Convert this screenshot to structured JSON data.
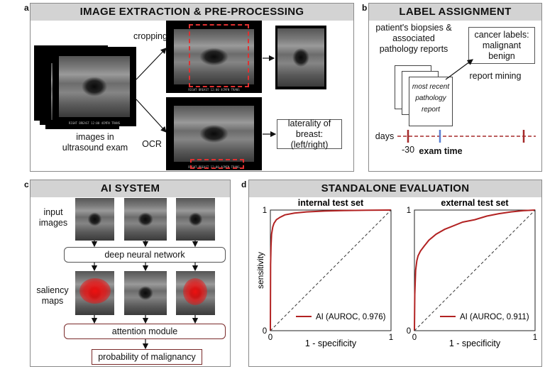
{
  "panels": {
    "a": {
      "letter": "a",
      "title": "IMAGE EXTRACTION & PRE-PROCESSING"
    },
    "b": {
      "letter": "b",
      "title": "LABEL ASSIGNMENT"
    },
    "c": {
      "letter": "c",
      "title": "AI SYSTEM"
    },
    "d": {
      "letter": "d",
      "title": "STANDALONE EVALUATION"
    }
  },
  "extraction": {
    "cropping_label": "cropping",
    "ocr_label": "OCR",
    "images_label": "images in ultrasound exam",
    "laterality_label": "laterality of breast: (left/right)",
    "us_caption": "RIGHT BREAST 12:00 4CMFN TRANS"
  },
  "labels": {
    "patient_text": "patient's biopsies & associated pathology reports",
    "cancer_labels": "cancer labels: malignant benign",
    "report_mining": "report mining",
    "report_page": "most recent pathology report",
    "days": "days",
    "minus30": "-30",
    "exam_time": "exam time"
  },
  "ai_system": {
    "input_images": "input images",
    "deep_nn": "deep neural network",
    "saliency_maps": "saliency maps",
    "attention": "attention module",
    "probability": "probability of malignancy"
  },
  "colors": {
    "curve": "#b22222",
    "diag": "#333333",
    "crop": "#e03030",
    "blue_tick": "#5b7fd0"
  },
  "chart_data": [
    {
      "type": "line",
      "title": "internal test set",
      "xlabel": "1 - specificity",
      "ylabel": "sensitivity",
      "xlim": [
        0,
        1
      ],
      "ylim": [
        0,
        1
      ],
      "xticks": [
        "0",
        "1"
      ],
      "yticks": [
        "0",
        "1"
      ],
      "legend": "bottom-right",
      "series": [
        {
          "name": "AI (AUROC, 0.976)",
          "x": [
            0,
            0.002,
            0.005,
            0.01,
            0.02,
            0.03,
            0.05,
            0.08,
            0.12,
            0.2,
            0.3,
            0.45,
            0.6,
            0.8,
            1.0
          ],
          "y": [
            0,
            0.55,
            0.7,
            0.8,
            0.86,
            0.89,
            0.92,
            0.94,
            0.96,
            0.975,
            0.985,
            0.992,
            0.996,
            0.999,
            1.0
          ]
        },
        {
          "name": "",
          "x": [
            0,
            1
          ],
          "y": [
            0,
            1
          ],
          "dashed": true
        }
      ]
    },
    {
      "type": "line",
      "title": "external test set",
      "xlabel": "1 - specificity",
      "ylabel": "",
      "xlim": [
        0,
        1
      ],
      "ylim": [
        0,
        1
      ],
      "xticks": [
        "0",
        "1"
      ],
      "yticks": [
        "0",
        "1"
      ],
      "legend": "bottom-right",
      "series": [
        {
          "name": "AI (AUROC, 0.911)",
          "x": [
            0,
            0.003,
            0.01,
            0.02,
            0.03,
            0.05,
            0.08,
            0.12,
            0.18,
            0.25,
            0.3,
            0.4,
            0.5,
            0.6,
            0.7,
            0.8,
            0.9,
            1.0
          ],
          "y": [
            0,
            0.3,
            0.5,
            0.58,
            0.62,
            0.66,
            0.7,
            0.75,
            0.8,
            0.84,
            0.86,
            0.9,
            0.92,
            0.95,
            0.97,
            0.985,
            0.995,
            1.0
          ]
        },
        {
          "name": "",
          "x": [
            0,
            1
          ],
          "y": [
            0,
            1
          ],
          "dashed": true
        }
      ]
    }
  ]
}
